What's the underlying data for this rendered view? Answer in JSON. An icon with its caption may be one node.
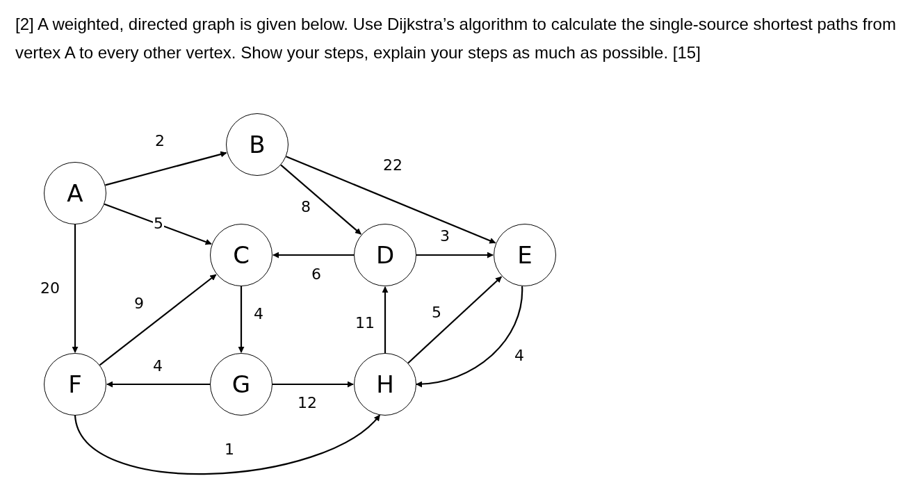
{
  "diagram": {
    "title": "[2] A weighted, directed graph is given below. Use Dijkstra’s algorithm to calculate the single-source shortest paths from vertex A to every other vertex. Show your steps, explain your steps as much as possible. [15]",
    "nodes": [
      {
        "text": [
          "A"
        ]
      },
      {
        "text": [
          "B"
        ]
      },
      {
        "text": [
          "C"
        ]
      },
      {
        "text": [
          "D"
        ]
      },
      {
        "text": [
          "E"
        ]
      },
      {
        "text": [
          "F"
        ]
      },
      {
        "text": [
          "G"
        ]
      },
      {
        "text": [
          "H"
        ]
      }
    ],
    "edges": [
      {
        "from": 0,
        "to": 1,
        "arrow": "to",
        "label": "2"
      },
      {
        "from": 1,
        "to": 4,
        "arrow": "to",
        "label": "22"
      },
      {
        "from": 1,
        "to": 3,
        "arrow": "to",
        "label": "8"
      },
      {
        "from": 0,
        "to": 2,
        "arrow": "to",
        "label": "5"
      },
      {
        "from": 3,
        "to": 4,
        "arrow": "to",
        "label": "3"
      },
      {
        "from": 3,
        "to": 2,
        "arrow": "to",
        "label": "6"
      },
      {
        "from": 0,
        "to": 5,
        "arrow": "to",
        "label": "20"
      },
      {
        "from": 5,
        "to": 2,
        "arrow": "to",
        "label": "9"
      },
      {
        "from": 2,
        "to": 6,
        "arrow": "to",
        "label": "4"
      },
      {
        "from": 7,
        "to": 3,
        "arrow": "to",
        "label": "11"
      },
      {
        "from": 7,
        "to": 4,
        "arrow": "to",
        "label": "5"
      },
      {
        "from": 4,
        "to": 7,
        "arrow": "to",
        "label": "4"
      },
      {
        "from": 6,
        "to": 5,
        "arrow": "to",
        "label": "4"
      },
      {
        "from": 6,
        "to": 7,
        "arrow": "to",
        "label": "12"
      },
      {
        "from": 5,
        "to": 7,
        "arrow": "to",
        "label": "1"
      }
    ]
  }
}
